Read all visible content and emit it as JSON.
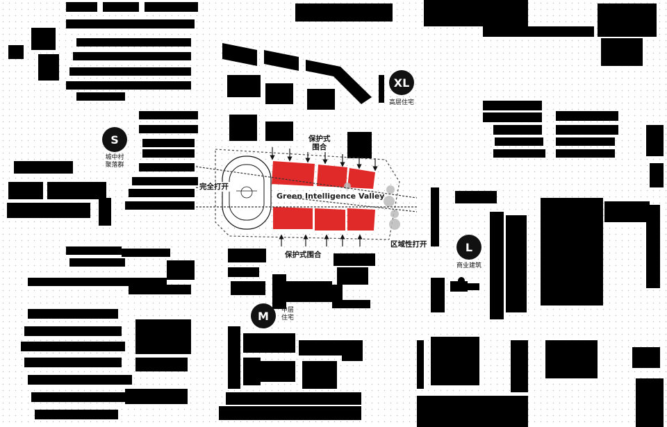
{
  "colors": {
    "building": "#000000",
    "red_block": "#e02a2a",
    "background": "#ffffff",
    "dots": "#bdbdbd"
  },
  "map": {
    "badges": {
      "xl": {
        "letter": "XL",
        "caption": "高层住宅"
      },
      "s": {
        "letter": "S",
        "caption_line1": "城中村",
        "caption_line2": "聚落群"
      },
      "l": {
        "letter": "L",
        "caption": "商业建筑"
      },
      "m": {
        "letter": "M",
        "caption_line1": "中层",
        "caption_line2": "住宅"
      }
    },
    "labels": {
      "protective_top_line1": "保护式",
      "protective_top_line2": "围合",
      "protective_bottom": "保护式围合",
      "fully_open": "完全打开",
      "regional_open": "区域性打开",
      "valley": "Green Intelligence Valley"
    }
  }
}
